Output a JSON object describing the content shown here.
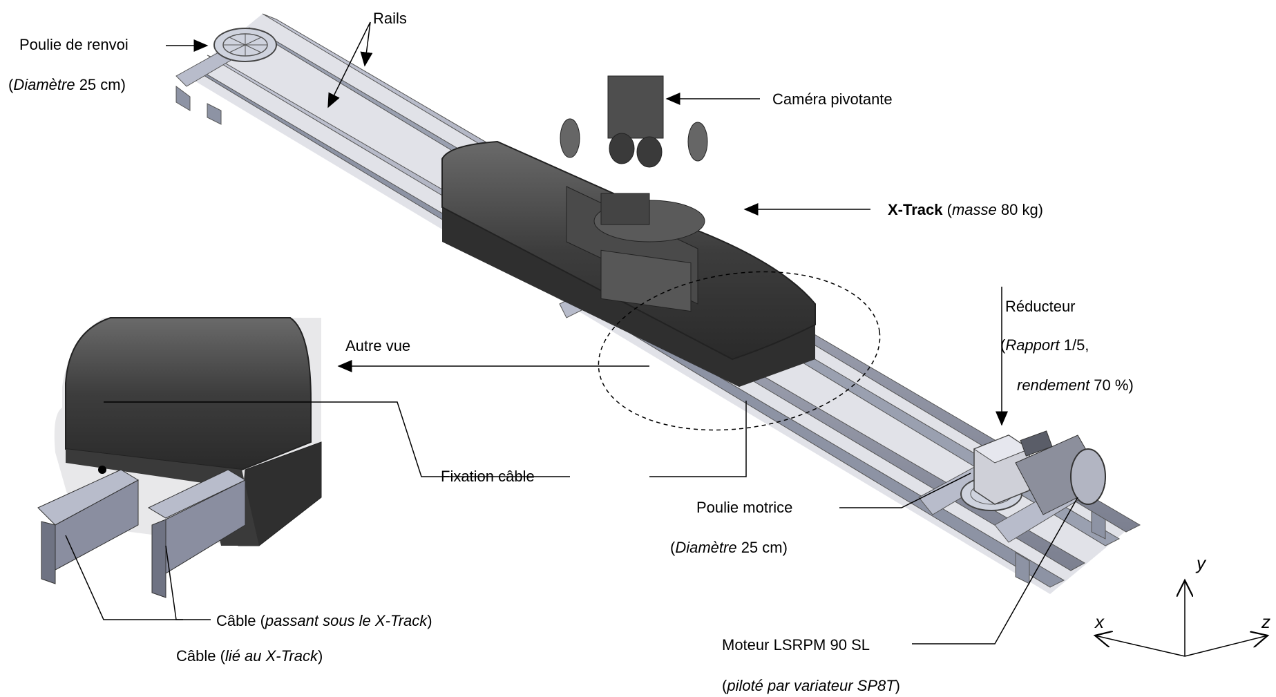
{
  "labels": {
    "poulie_renvoi": "Poulie de renvoi",
    "poulie_renvoi_diam_i": "Diamètre",
    "poulie_renvoi_diam_v": " 25 cm)",
    "rails": "Rails",
    "camera": "Caméra pivotante",
    "xtrack_b": "X-Track",
    "xtrack_i": "masse",
    "xtrack_v": " 80 kg)",
    "reducteur": "Réducteur",
    "red_rapport_i": "Rapport",
    "red_rapport_v": " 1/5,",
    "red_rend_i": "rendement",
    "red_rend_v": " 70 %)",
    "autre_vue": "Autre vue",
    "fixation": "Fixation câble",
    "poulie_motrice": "Poulie motrice",
    "poulie_motrice_diam_i": "Diamètre",
    "poulie_motrice_diam_v": " 25 cm)",
    "cable1_a": "Câble (",
    "cable1_i": "passant sous le X-Track",
    "cable1_b": ")",
    "cable2_a": "Câble (",
    "cable2_i": "lié au X-Track",
    "cable2_b": ")",
    "moteur": "Moteur LSRPM 90 SL",
    "moteur_i": "piloté par variateur SP8T",
    "moteur_b": ")"
  },
  "axes": {
    "x": "x",
    "y": "y",
    "z": "z"
  }
}
